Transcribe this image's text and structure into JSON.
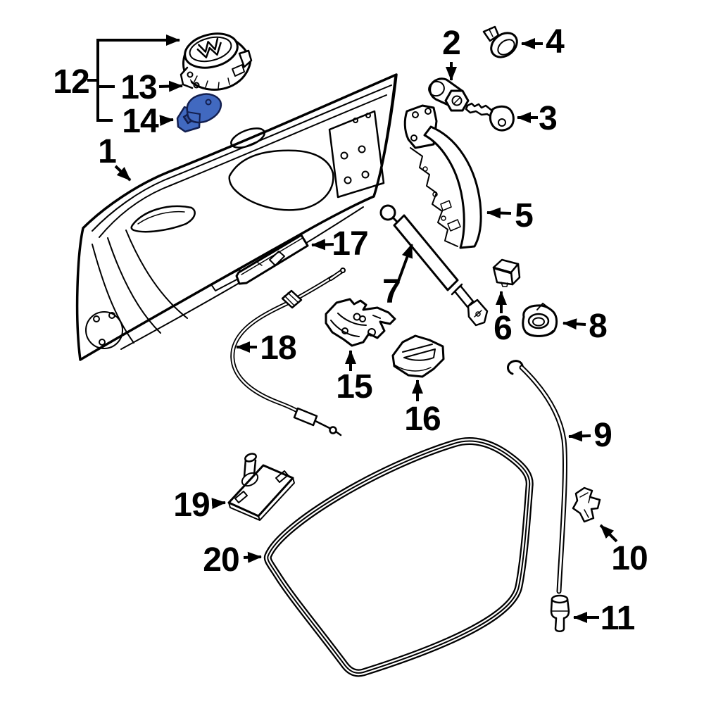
{
  "diagram": {
    "kind": "exploded-parts-diagram",
    "subject": "trunk-lid-components",
    "background": "#ffffff",
    "line_color": "#000000",
    "highlight": {
      "fill": "#4169c0",
      "fill_dark": "#33509b",
      "stroke": "#131f4f"
    },
    "callouts": [
      {
        "number": "1",
        "part": "trunk-lid-panel"
      },
      {
        "number": "2",
        "part": "lock-cylinder"
      },
      {
        "number": "3",
        "part": "key"
      },
      {
        "number": "4",
        "part": "push-clip"
      },
      {
        "number": "5",
        "part": "hinge-arm"
      },
      {
        "number": "6",
        "part": "buffer-stop"
      },
      {
        "number": "7",
        "part": "gas-lift-support"
      },
      {
        "number": "8",
        "part": "grommet"
      },
      {
        "number": "9",
        "part": "support-rod"
      },
      {
        "number": "10",
        "part": "rod-clip"
      },
      {
        "number": "11",
        "part": "rod-end-cap"
      },
      {
        "number": "12",
        "part": "emblem-assembly-group"
      },
      {
        "number": "13",
        "part": "emblem-base"
      },
      {
        "number": "14",
        "part": "release-switch-highlighted"
      },
      {
        "number": "15",
        "part": "lock-latch"
      },
      {
        "number": "16",
        "part": "latch-wedge"
      },
      {
        "number": "17",
        "part": "trim-strip"
      },
      {
        "number": "18",
        "part": "release-cable"
      },
      {
        "number": "19",
        "part": "striker-plate"
      },
      {
        "number": "20",
        "part": "weatherstrip-seal"
      }
    ]
  }
}
